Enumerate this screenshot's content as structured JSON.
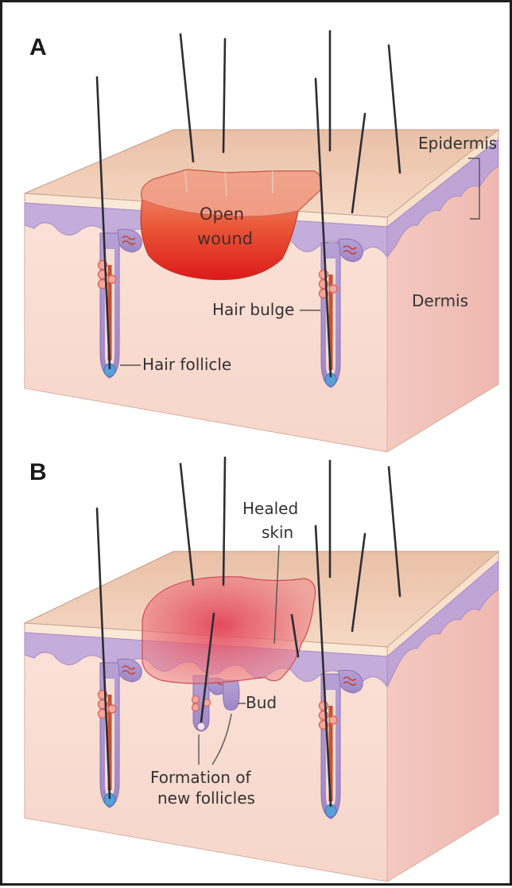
{
  "panels": [
    {
      "letter": "A",
      "labels": {
        "epidermis": "Epidermis",
        "open_wound_line1": "Open",
        "open_wound_line2": "wound",
        "dermis": "Dermis",
        "hair_bulge": "Hair bulge",
        "hair_follicle": "Hair follicle"
      }
    },
    {
      "letter": "B",
      "labels": {
        "healed_skin_line1": "Healed",
        "healed_skin_line2": "skin",
        "bud": "Bud",
        "formation_line1": "Formation of",
        "formation_line2": "new follicles"
      }
    }
  ],
  "colors": {
    "skin_top": "#efc8b0",
    "skin_front": "#f8ddd3",
    "skin_side": "#f3c6bf",
    "epidermis_layer": "#c7b0dc",
    "wound_red": "#e02a1e",
    "healed_pink": "#e8566a"
  }
}
